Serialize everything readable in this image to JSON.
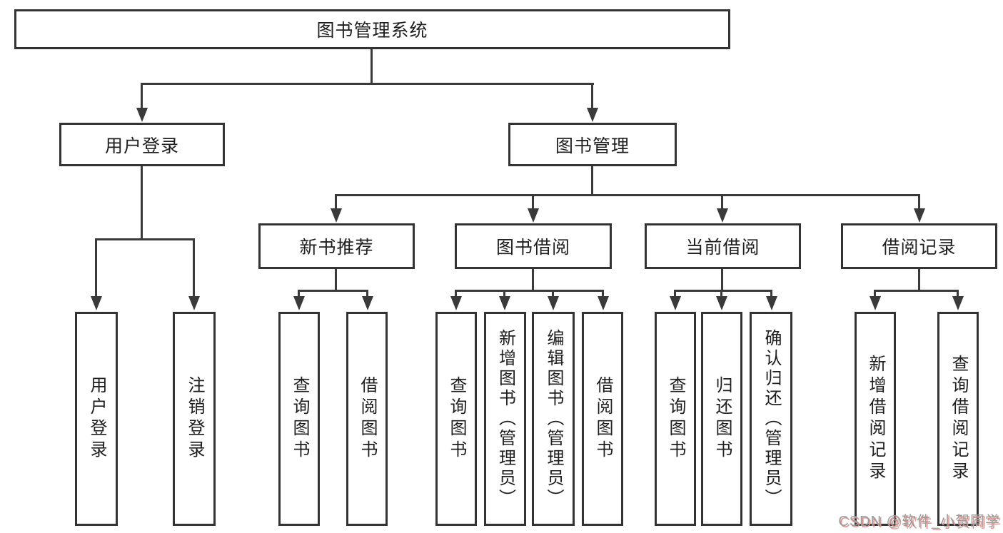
{
  "diagram_title": "图书管理系统",
  "nodes": {
    "root": {
      "label": "图书管理系统"
    },
    "user_login": {
      "label": "用户登录"
    },
    "book_management": {
      "label": "图书管理"
    },
    "new_book_recommend": {
      "label": "新书推荐"
    },
    "book_borrow": {
      "label": "图书借阅"
    },
    "current_borrow": {
      "label": "当前借阅"
    },
    "borrow_record": {
      "label": "借阅记录"
    },
    "leaf_user_login": {
      "label": "用户登录"
    },
    "leaf_logout": {
      "label": "注销登录"
    },
    "leaf_query_book_a": {
      "label": "查询图书"
    },
    "leaf_borrow_book_a": {
      "label": "借阅图书"
    },
    "leaf_query_book_b": {
      "label": "查询图书"
    },
    "leaf_add_book": {
      "label": "新增图书（管理员）"
    },
    "leaf_edit_book": {
      "label": "编辑图书（管理员）"
    },
    "leaf_borrow_book_b": {
      "label": "借阅图书"
    },
    "leaf_query_book_c": {
      "label": "查询图书"
    },
    "leaf_return_book": {
      "label": "归还图书"
    },
    "leaf_confirm_return": {
      "label": "确认归还（管理员）"
    },
    "leaf_add_borrow_record": {
      "label": "新增借阅记录"
    },
    "leaf_query_borrow_record": {
      "label": "查询借阅记录"
    }
  },
  "watermark": {
    "text": "CSDN @软件_小贺同学"
  },
  "colors": {
    "background": "#ffffff",
    "box_border": "#333333",
    "box_fill": "#ffffff",
    "line": "#3a3a3a",
    "text": "#1e1e1e",
    "watermark_text": "#9c9c9c",
    "watermark_shadow": "#e2928c"
  }
}
